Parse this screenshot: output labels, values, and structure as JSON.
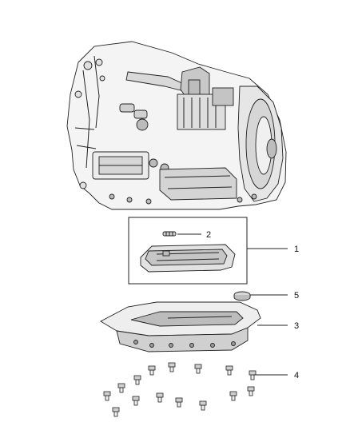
{
  "callouts": [
    {
      "id": "callout-1",
      "label": "1"
    },
    {
      "id": "callout-2",
      "label": "2"
    },
    {
      "id": "callout-3",
      "label": "3"
    },
    {
      "id": "callout-4",
      "label": "4"
    },
    {
      "id": "callout-5",
      "label": "5"
    }
  ],
  "colors": {
    "line": "#222222",
    "part_fill_light": "#eeeeee",
    "part_fill_mid": "#cfcfcf",
    "part_fill_dark": "#9a9a9a"
  }
}
